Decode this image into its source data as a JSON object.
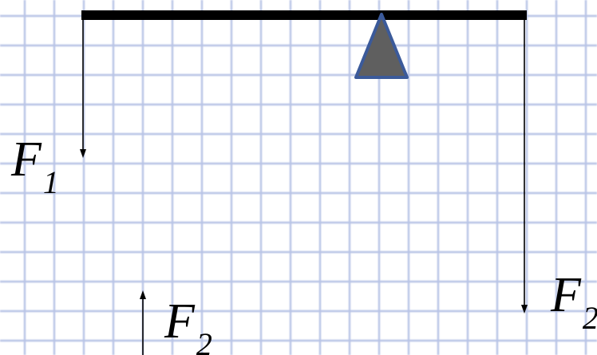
{
  "diagram": {
    "forces": [
      {
        "symbol": "F",
        "subscript": "1"
      },
      {
        "symbol": "F",
        "subscript": "2"
      },
      {
        "symbol": "F",
        "subscript": "2"
      }
    ],
    "colors": {
      "background": "#ffffff",
      "grid_line": "#b8c3e6",
      "beam": "#000000",
      "fulcrum_fill": "#5f5f5f",
      "fulcrum_stroke": "#3b5a9a",
      "arrow": "#000000"
    }
  }
}
